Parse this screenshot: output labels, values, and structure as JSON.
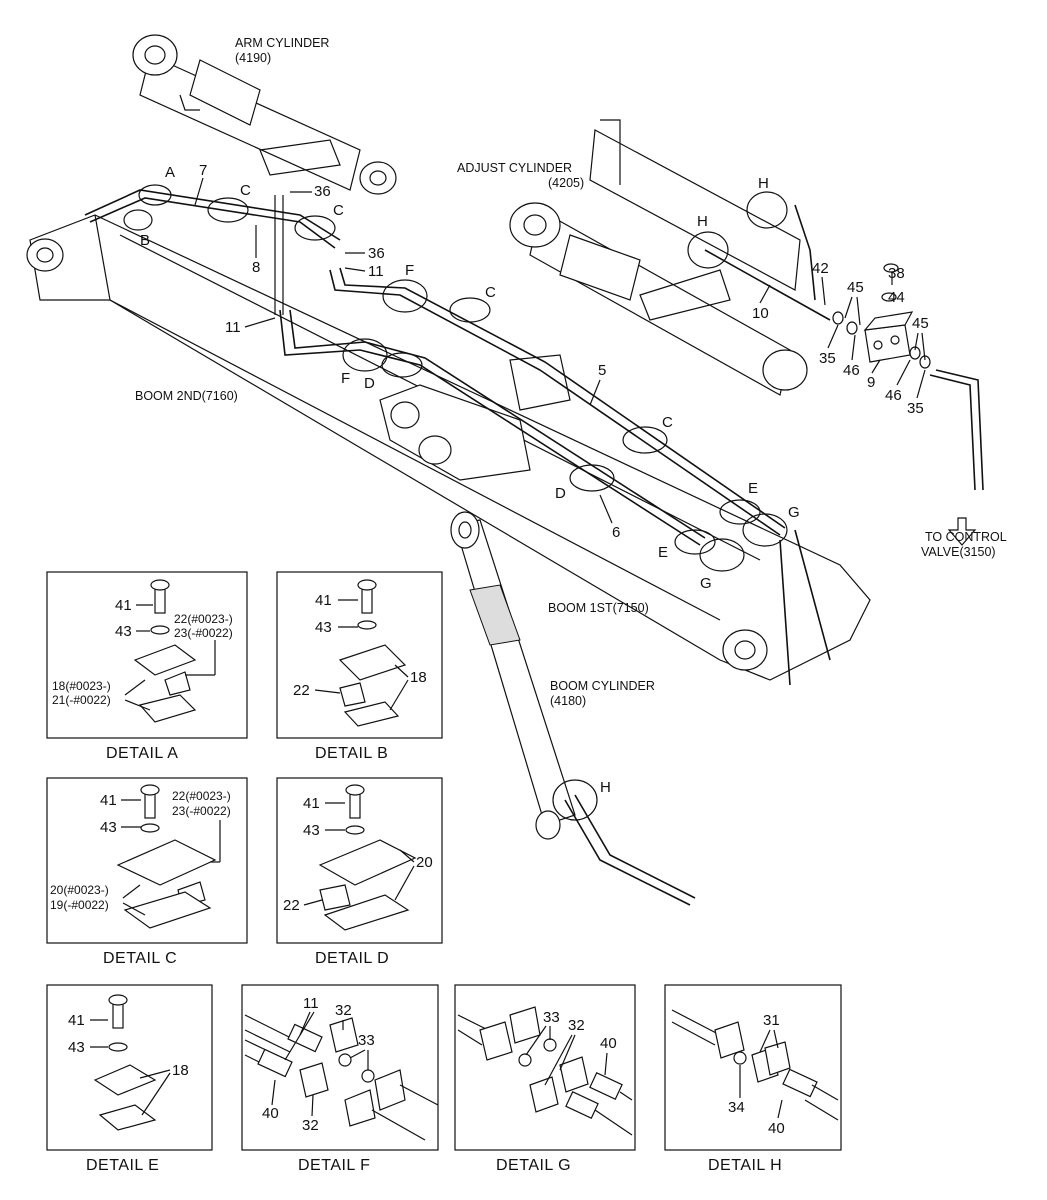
{
  "callouts": {
    "arm_cylinder": "ARM CYLINDER",
    "arm_cylinder_no": "(4190)",
    "adjust_cylinder": "ADJUST CYLINDER",
    "adjust_cylinder_no": "(4205)",
    "boom_2nd": "BOOM 2ND(7160)",
    "boom_1st": "BOOM 1ST(7150)",
    "boom_cylinder": "BOOM CYLINDER",
    "boom_cylinder_no": "(4180)",
    "to_control": "TO CONTROL",
    "valve": "VALVE(3150)"
  },
  "letters": {
    "A": "A",
    "B": "B",
    "C": "C",
    "D": "D",
    "E": "E",
    "F": "F",
    "G": "G",
    "H": "H"
  },
  "parts": {
    "p5": "5",
    "p6": "6",
    "p7": "7",
    "p8": "8",
    "p9": "9",
    "p10": "10",
    "p11": "11",
    "p18": "18",
    "p20": "20",
    "p22": "22",
    "p31": "31",
    "p32": "32",
    "p33": "33",
    "p34": "34",
    "p35": "35",
    "p36": "36",
    "p38": "38",
    "p40": "40",
    "p41": "41",
    "p42": "42",
    "p43": "43",
    "p44": "44",
    "p45": "45",
    "p46": "46",
    "p22a": "22(#0023-)",
    "p23a": "23(-#0022)",
    "p18a": "18(#0023-)",
    "p21a": "21(-#0022)",
    "p20a": "20(#0023-)",
    "p19a": "19(-#0022)"
  },
  "details": {
    "A": "DETAIL  A",
    "B": "DETAIL  B",
    "C": "DETAIL  C",
    "D": "DETAIL  D",
    "E": "DETAIL  E",
    "F": "DETAIL  F",
    "G": "DETAIL  G",
    "H": "DETAIL  H"
  }
}
